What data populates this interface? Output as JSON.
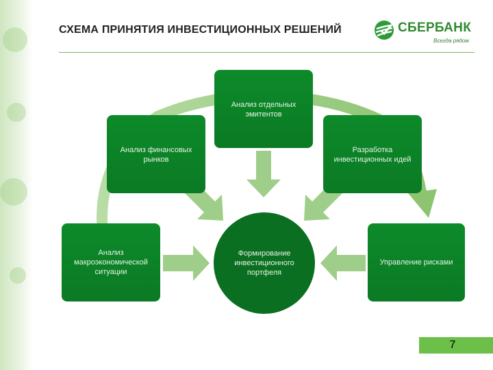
{
  "header": {
    "title": "СХЕМА ПРИНЯТИЯ ИНВЕСТИЦИОННЫХ РЕШЕНИЙ"
  },
  "logo": {
    "name": "СБЕРБАНК",
    "slogan": "Всегда рядом"
  },
  "diagram": {
    "nodes": {
      "issuers": "Анализ отдельных эмитентов",
      "markets": "Анализ финансовых рынков",
      "ideas": "Разработка инвестиционных идей",
      "macro": "Анализ макроэкономической ситуации",
      "portfolio": "Формирование инвестиционного портфеля",
      "risk": "Управление рисками"
    }
  },
  "footer": {
    "page_number": "7"
  },
  "colors": {
    "box_green": "#0b7a24",
    "center_green": "#0a6f20",
    "arrow_light": "#9fce8a",
    "brand_green": "#2f8a2f"
  }
}
